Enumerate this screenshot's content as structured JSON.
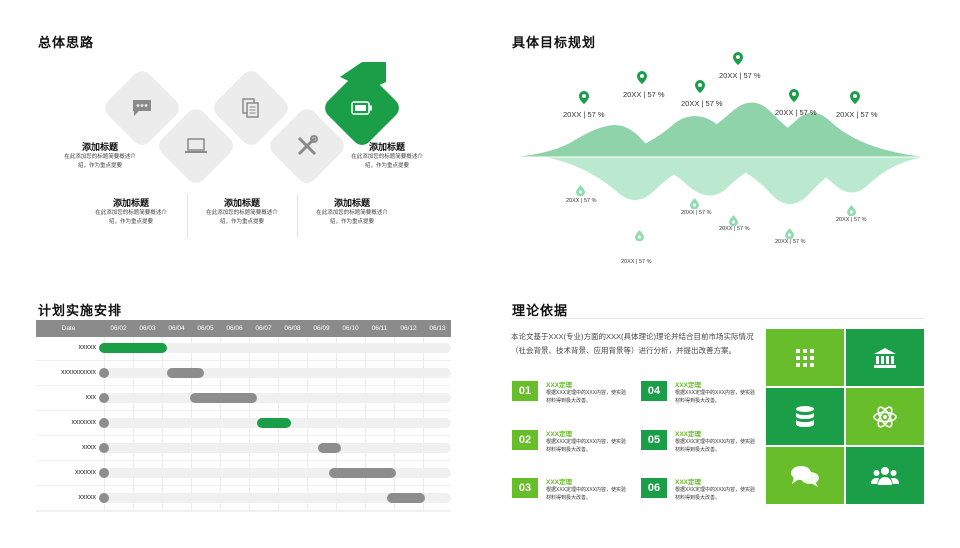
{
  "section1": {
    "title": "总体思路",
    "blocks": [
      {
        "title": "添加标题",
        "text_line1": "在此添加您的标题简要概述介",
        "text_line2": "绍，作为重点提要"
      },
      {
        "title": "添加标题",
        "text_line1": "在此添加您的标题简要概述介",
        "text_line2": "绍，作为重点提要"
      },
      {
        "title": "添加标题",
        "text_line1": "在此添加您的标题简要概述介",
        "text_line2": "绍，作为重点提要"
      },
      {
        "title": "添加标题",
        "text_line1": "在此添加您的标题简要概述介",
        "text_line2": "绍，作为重点提要"
      },
      {
        "title": "添加标题",
        "text_line1": "在此添加您的标题简要概述介",
        "text_line2": "绍，作为重点提要"
      }
    ],
    "icons": [
      "chat-bubble-icon",
      "laptop-icon",
      "documents-icon",
      "tools-icon",
      "battery-icon"
    ]
  },
  "section2": {
    "title": "具体目标规划",
    "top_labels": [
      "20XX | 57 %",
      "20XX | 57 %",
      "20XX | 57 %",
      "20XX | 57 %",
      "20XX | 57 %",
      "20XX | 57 %"
    ],
    "bottom_labels": [
      "20XX | 57 %",
      "20XX | 57 %",
      "20XX | 57 %",
      "20XX | 57 %",
      "20XX | 57 %",
      "20XX | 57 %"
    ],
    "colors": {
      "dark": "#2eaa5c",
      "light": "#8fdcb0"
    }
  },
  "section3": {
    "title": "计划实施安排",
    "gantt": {
      "header_first": "Date",
      "dates": [
        "06/02",
        "06/03",
        "06/04",
        "06/05",
        "06/06",
        "06/07",
        "06/08",
        "06/09",
        "06/10",
        "06/11",
        "06/12",
        "06/13"
      ],
      "rows": [
        {
          "label": "xxxxx",
          "start": 0.0,
          "end": 2.3,
          "highlight": true
        },
        {
          "label": "xxxxxxxxxx",
          "start": 2.3,
          "end": 3.6,
          "highlight": false
        },
        {
          "label": "xxx",
          "start": 3.1,
          "end": 5.4,
          "highlight": false
        },
        {
          "label": "xxxxxxx",
          "start": 5.4,
          "end": 6.6,
          "highlight": true
        },
        {
          "label": "xxxx",
          "start": 7.5,
          "end": 8.3,
          "highlight": false
        },
        {
          "label": "xxxxxx",
          "start": 7.9,
          "end": 10.2,
          "highlight": false
        },
        {
          "label": "xxxxx",
          "start": 9.9,
          "end": 11.2,
          "highlight": false
        }
      ]
    }
  },
  "section4": {
    "title": "理论依据",
    "paragraph": "本论文基于XXX(专业)方面的XXX(具体理论)理论并结合目前市场实际情况（社会背景、技术背景、应用背景等）进行分析，并提出改善方案。",
    "theorems": [
      {
        "num": "01",
        "title": "XXX定理",
        "text": "根据XXX定理中的XXX内容，使实验材料得到极大改善。"
      },
      {
        "num": "02",
        "title": "XXX定理",
        "text": "根据XXX定理中的XXX内容，使实验材料得到极大改善。"
      },
      {
        "num": "03",
        "title": "XXX定理",
        "text": "根据XXX定理中的XXX内容，使实验材料得到极大改善。"
      },
      {
        "num": "04",
        "title": "XXX定理",
        "text": "根据XXX定理中的XXX内容，使实验材料得到极大改善。"
      },
      {
        "num": "05",
        "title": "XXX定理",
        "text": "根据XXX定理中的XXX内容，使实验材料得到极大改善。"
      },
      {
        "num": "06",
        "title": "XXX定理",
        "text": "根据XXX定理中的XXX内容，使实验材料得到极大改善。"
      }
    ],
    "tiles": [
      "grid-dots-icon",
      "bank-icon",
      "database-icon",
      "atom-icon",
      "chat-bubbles-icon",
      "users-icon"
    ],
    "colors": {
      "green": "#1a9e47",
      "lime": "#68bd2a"
    }
  }
}
